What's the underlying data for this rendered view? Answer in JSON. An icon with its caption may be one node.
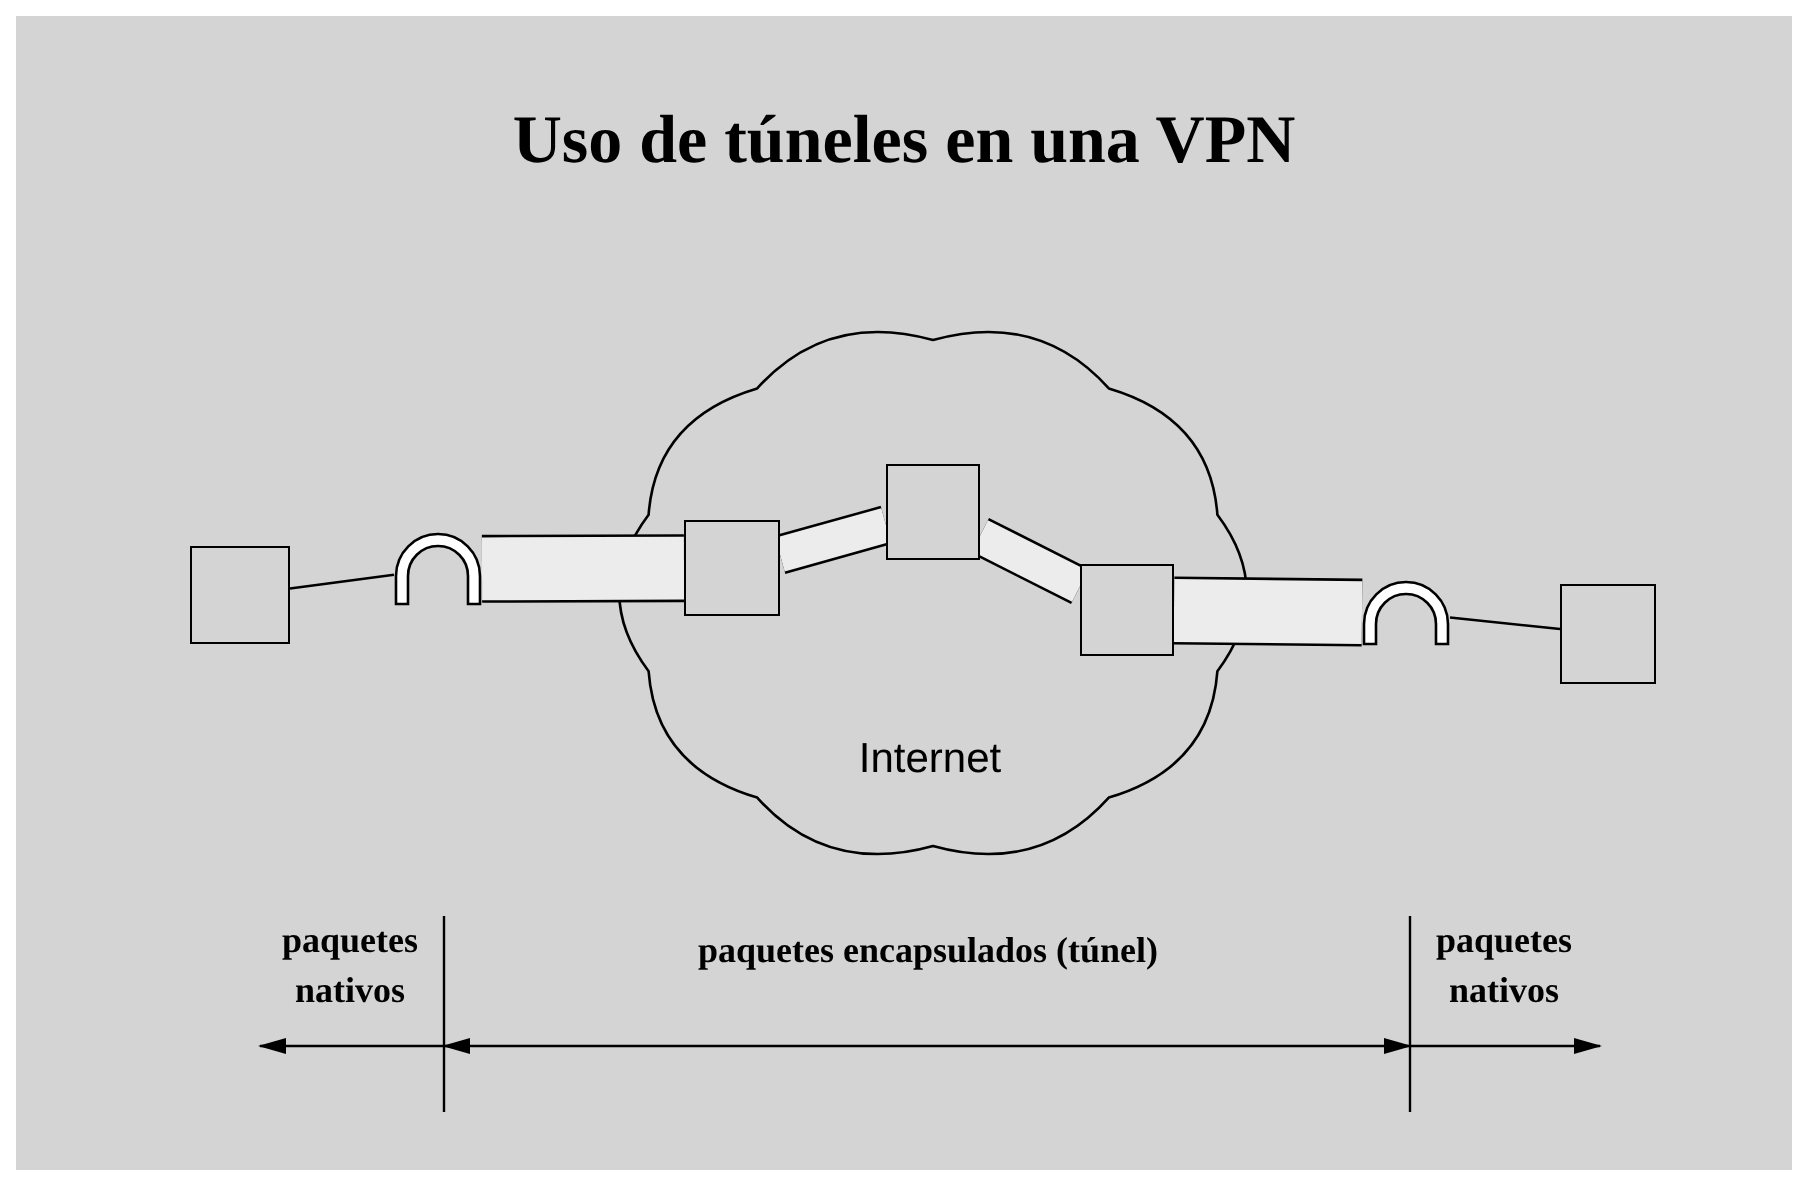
{
  "diagram": {
    "title": "Uso de túneles en una VPN",
    "nodes": [
      {
        "text": [],
        "shape": "box"
      },
      {
        "text": [],
        "shape": "arch"
      },
      {
        "text": [
          "Internet"
        ]
      },
      {
        "text": [],
        "shape": "box",
        "in": 2
      },
      {
        "text": [],
        "shape": "box",
        "in": 2
      },
      {
        "text": [],
        "shape": "box",
        "in": 2
      },
      {
        "text": [],
        "shape": "arch"
      },
      {
        "text": [],
        "shape": "box"
      }
    ],
    "edges": [
      {
        "from": 0,
        "to": 1,
        "arrow": "none"
      },
      {
        "from": 1,
        "to": 3,
        "arrow": "none"
      },
      {
        "from": 3,
        "to": 4,
        "arrow": "none"
      },
      {
        "from": 4,
        "to": 5,
        "arrow": "none"
      },
      {
        "from": 5,
        "to": 6,
        "arrow": "none"
      },
      {
        "from": 6,
        "to": 7,
        "arrow": "none"
      }
    ],
    "labels": [
      "paquetes nativos",
      "paquetes encapsulados (túnel)",
      "paquetes nativos"
    ]
  }
}
